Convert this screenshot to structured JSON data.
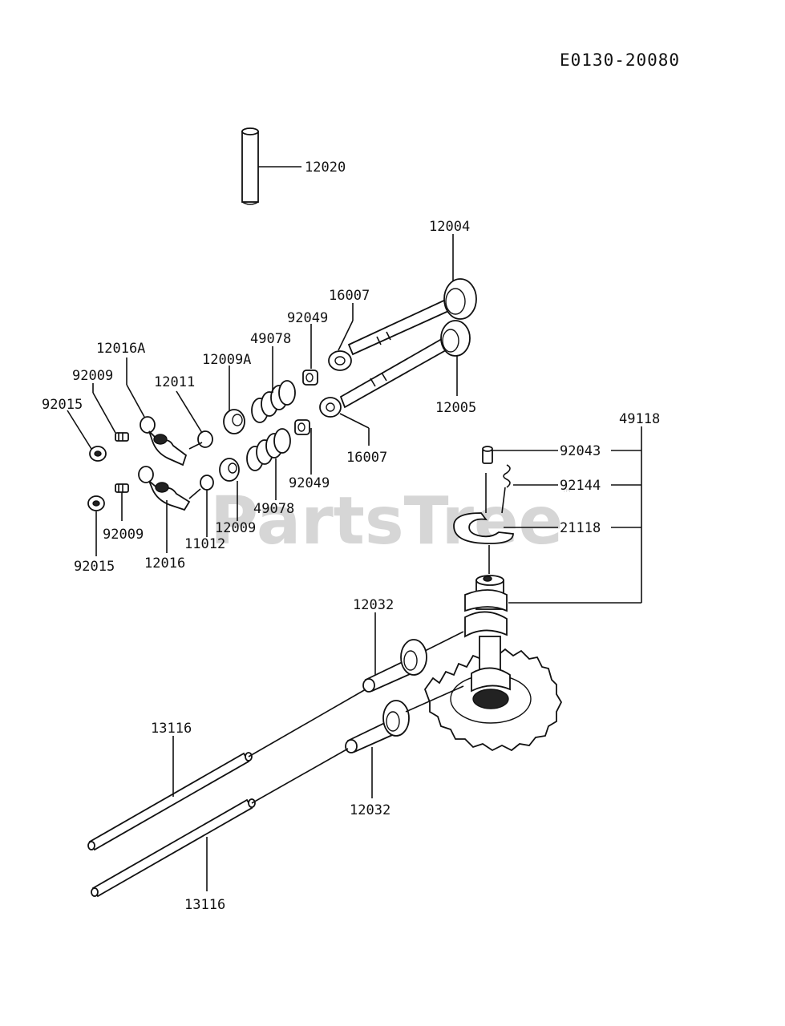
{
  "diagram_ref": "E0130-20080",
  "watermark": {
    "text": "PartsTree",
    "tm": "™"
  },
  "labels": {
    "p12020": "12020",
    "p12004": "12004",
    "p16007a": "16007",
    "p92049a": "92049",
    "p49078a": "49078",
    "p12009A": "12009A",
    "p12016A": "12016A",
    "p92009a": "92009",
    "p12011": "12011",
    "p92015a": "92015",
    "p12005": "12005",
    "p16007b": "16007",
    "p92049b": "92049",
    "p49078b": "49078",
    "p12009": "12009",
    "p11012": "11012",
    "p92009b": "92009",
    "p92015b": "92015",
    "p12016": "12016",
    "p49118": "49118",
    "p92043": "92043",
    "p92144": "92144",
    "p21118": "21118",
    "p12032a": "12032",
    "p12032b": "12032",
    "p13116a": "13116",
    "p13116b": "13116"
  }
}
